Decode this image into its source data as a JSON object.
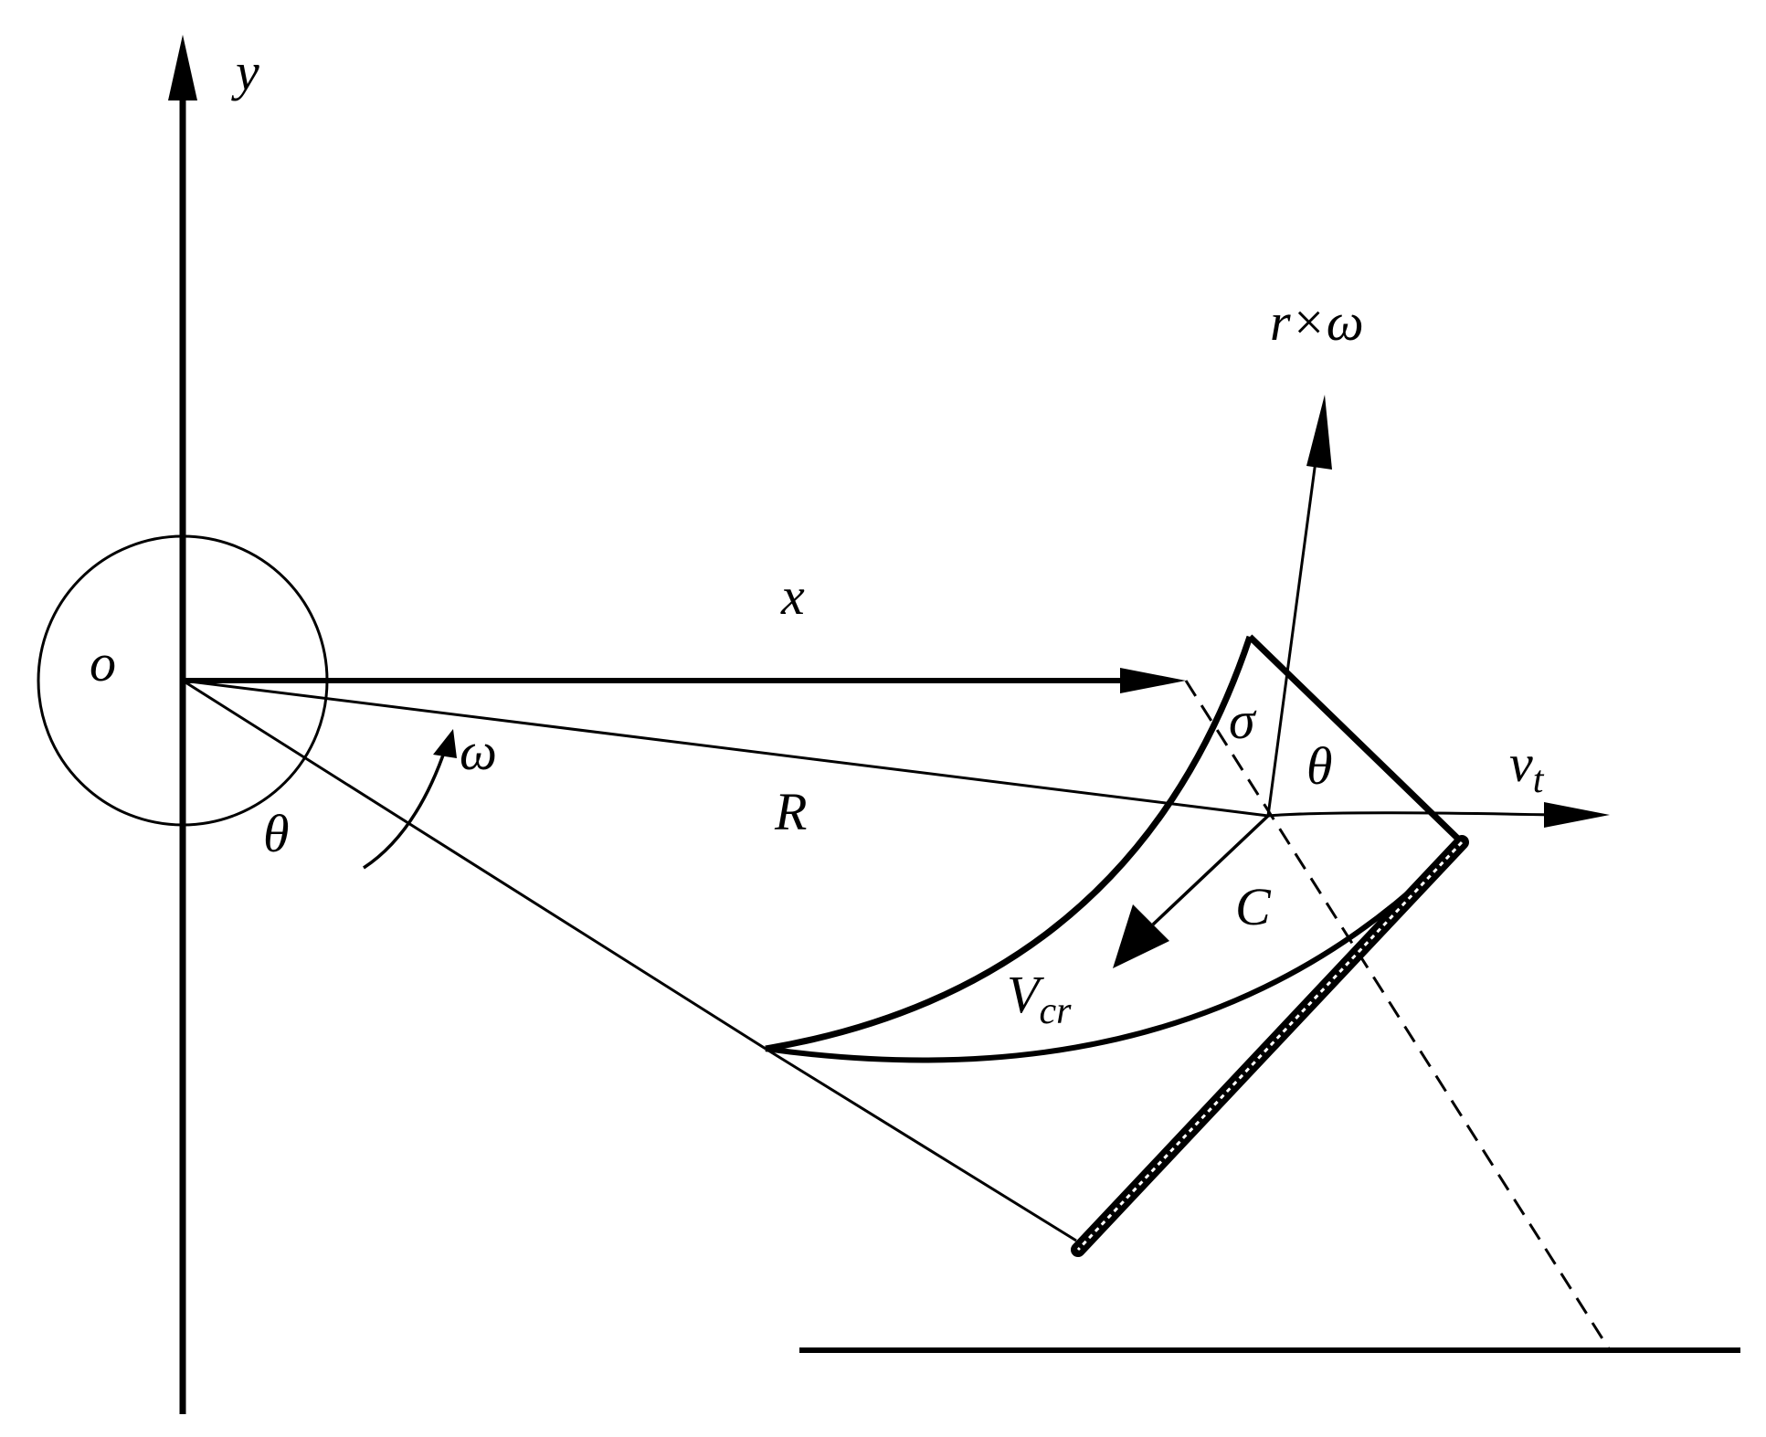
{
  "diagram": {
    "labels": {
      "y_axis": "y",
      "origin": "o",
      "x_vector": "x",
      "omega": "ω",
      "R": "R",
      "theta_left": "θ",
      "theta_right": "θ",
      "sigma": "σ",
      "r_cross_omega": "r×ω",
      "v_main": "v",
      "v_sub": "t",
      "C": "C",
      "V_main": "V",
      "V_sub": "cr"
    },
    "colors": {
      "ink": "#000000",
      "background": "#ffffff"
    }
  }
}
